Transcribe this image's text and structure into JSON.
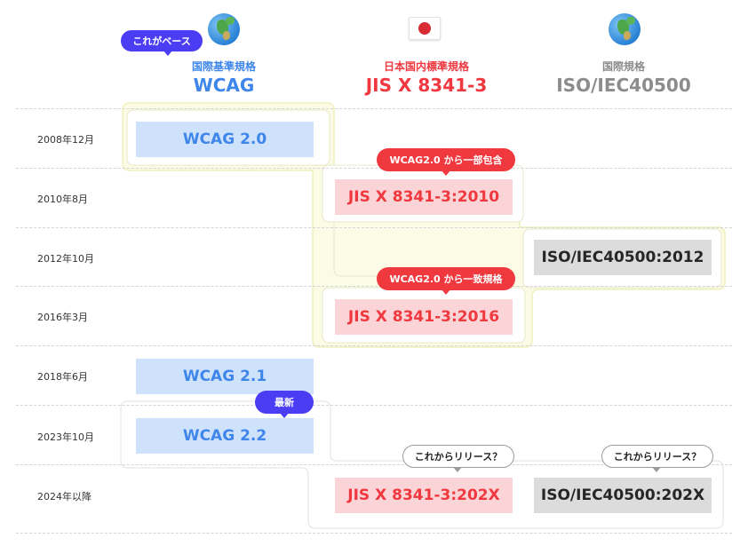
{
  "columns": [
    {
      "sub": "国際基準規格",
      "main": "WCAG"
    },
    {
      "sub": "日本国内標準規格",
      "main": "JIS X 8341-3"
    },
    {
      "sub": "国際規格",
      "main": "ISO/IEC40500"
    }
  ],
  "base_badge": "これがベース",
  "dates": [
    "2008年12月",
    "2010年8月",
    "2012年10月",
    "2016年3月",
    "2018年6月",
    "2023年10月",
    "2024年以降"
  ],
  "boxes": {
    "wcag20": "WCAG 2.0",
    "jis2010": "JIS X 8341-3:2010",
    "iso2012": "ISO/IEC40500:2012",
    "jis2016": "JIS X 8341-3:2016",
    "wcag21": "WCAG 2.1",
    "wcag22": "WCAG 2.2",
    "jis202x": "JIS X 8341-3:202X",
    "iso202x": "ISO/IEC40500:202X"
  },
  "callouts": {
    "partial": "WCAG2.0 から一部包含",
    "match": "WCAG2.0 から一致規格",
    "newest": "最新",
    "release_jis": "これからリリース？",
    "release_iso": "これからリリース？"
  },
  "icons": {
    "globe": "globe-icon",
    "flag": "japan-flag-icon"
  },
  "colors": {
    "blue": "#3f86ea",
    "red": "#f0383f",
    "gray": "#8c8c8c",
    "purple": "#4a3df3",
    "yellow_bg": "#fbfbe6"
  }
}
